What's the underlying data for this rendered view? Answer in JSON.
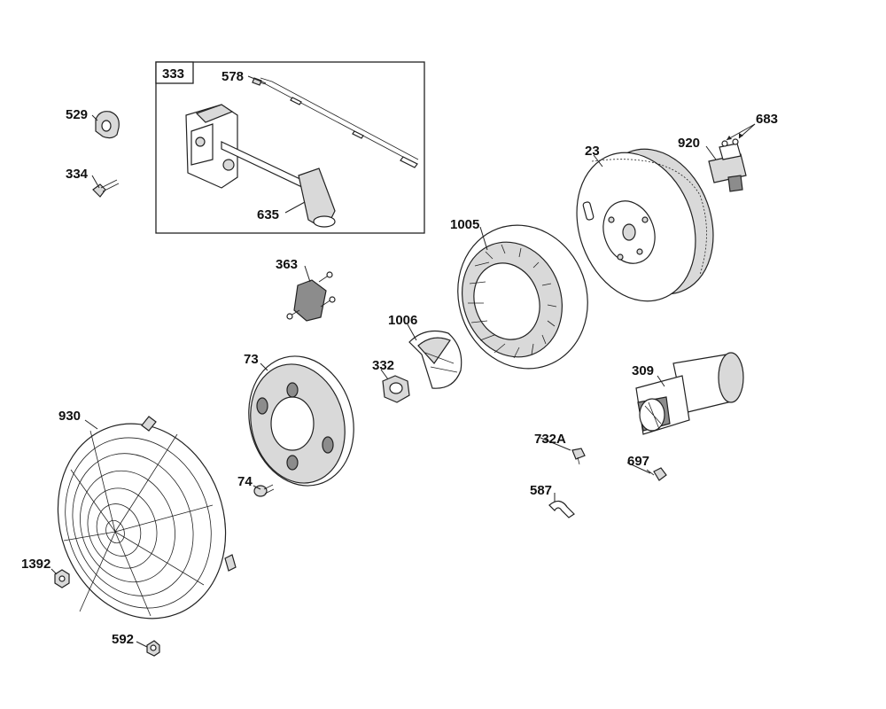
{
  "diagram": {
    "box_label": "333",
    "labels": {
      "p578": "578",
      "p635": "635",
      "p529": "529",
      "p334": "334",
      "p363": "363",
      "p1005": "1005",
      "p23": "23",
      "p920": "920",
      "p683": "683",
      "p1006": "1006",
      "p332": "332",
      "p73": "73",
      "p309": "309",
      "p732A": "732A",
      "p697": "697",
      "p587": "587",
      "p930": "930",
      "p74": "74",
      "p1392": "1392",
      "p592": "592"
    }
  }
}
